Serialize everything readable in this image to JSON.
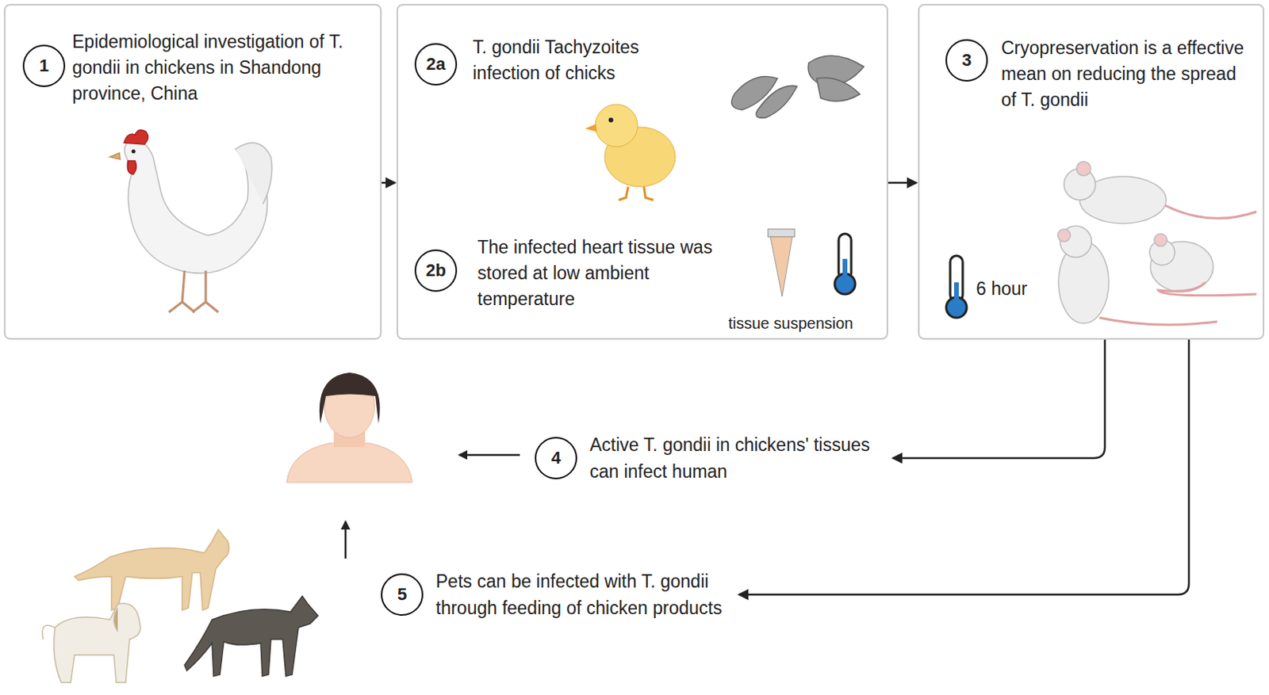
{
  "diagram": {
    "nodes": [
      {
        "text": [
          "Epidemiological investigation of T. gondii in chickens in Shandong province, China"
        ]
      },
      {
        "text": [
          "1"
        ],
        "in": 0
      },
      {
        "text": [
          "T. gondii Tachyzoites infection of chicks",
          "The infected heart tissue was stored at low ambient temperature",
          "tissue suspension"
        ]
      },
      {
        "text": [
          "2a"
        ],
        "in": 2
      },
      {
        "text": [
          "2b"
        ],
        "in": 2
      },
      {
        "text": [
          "Cryopreservation is a effective mean on reducing the spread of T. gondii",
          "6 hour"
        ]
      },
      {
        "text": [
          "3"
        ],
        "in": 5
      },
      {
        "text": [
          "4",
          "Active T. gondii in chickens' tissues can infect human"
        ]
      },
      {
        "text": [
          "5",
          "Pets can be infected with T. gondii through feeding of chicken products"
        ]
      }
    ],
    "edges": [
      {
        "from": 0,
        "to": 2,
        "arrow": "to"
      },
      {
        "from": 2,
        "to": 5,
        "arrow": "to"
      },
      {
        "from": 5,
        "to": 7,
        "arrow": "to"
      },
      {
        "from": 5,
        "to": 8,
        "arrow": "to"
      }
    ]
  }
}
